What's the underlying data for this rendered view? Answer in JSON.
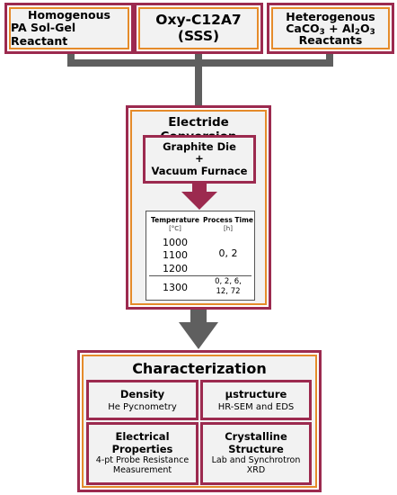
{
  "inputs": {
    "left": {
      "line1": "Homogenous",
      "line2": "PA Sol-Gel Reactant"
    },
    "center": {
      "line1": "Oxy-C12A7",
      "line2": "(SSS)"
    },
    "right": {
      "line1": "Heterogenous",
      "line2_a": "CaCO",
      "line2_a_sub": "3",
      "line2_b": " + Al",
      "line2_b_sub": "2",
      "line2_c": "O",
      "line2_c_sub": "3",
      "line3": "Reactants"
    }
  },
  "conversion": {
    "title": "Electride Conversion",
    "equipment": {
      "line1": "Graphite Die",
      "line2": "+",
      "line3": "Vacuum Furnace"
    },
    "table": {
      "col1_header": "Temperature",
      "col1_unit": "[°C]",
      "col2_header": "Process Time",
      "col2_unit": "[h]",
      "temps_group1": [
        "1000",
        "1100",
        "1200"
      ],
      "times_group1": "0, 2",
      "temp_group2": "1300",
      "times_group2_line1": "0, 2, 6,",
      "times_group2_line2": "12, 72"
    }
  },
  "characterization": {
    "title": "Characterization",
    "cells": [
      {
        "title": "Density",
        "desc": "He Pycnometry"
      },
      {
        "title": "µstructure",
        "desc": "HR-SEM and EDS"
      },
      {
        "title_line1": "Electrical",
        "title_line2": "Properties",
        "desc_line1": "4-pt Probe Resistance",
        "desc_line2": "Measurement"
      },
      {
        "title_line1": "Crystalline",
        "title_line2": "Structure",
        "desc_line1": "Lab and Synchrotron",
        "desc_line2": "XRD"
      }
    ]
  },
  "colors": {
    "maroon": "#9c2a4f",
    "orange": "#e58b2a",
    "panel": "#f2f2f2",
    "arrow": "#5f5f5f"
  }
}
